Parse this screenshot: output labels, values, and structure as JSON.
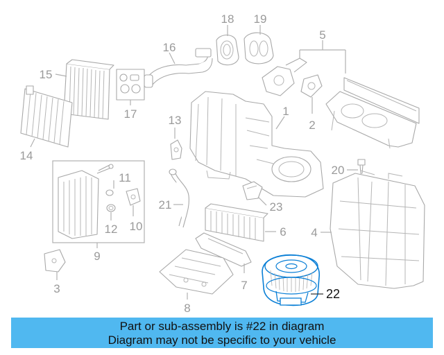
{
  "callouts": {
    "c1": "1",
    "c2": "2",
    "c3": "3",
    "c4": "4",
    "c5": "5",
    "c6": "6",
    "c7": "7",
    "c8": "8",
    "c9": "9",
    "c10": "10",
    "c11": "11",
    "c12": "12",
    "c13": "13",
    "c14": "14",
    "c15": "15",
    "c16": "16",
    "c17": "17",
    "c18": "18",
    "c19": "19",
    "c20": "20",
    "c21": "21",
    "c22": "22",
    "c23": "23"
  },
  "highlight": {
    "part_number": "22",
    "color": "#0a7fd6"
  },
  "caption": {
    "line1": "Part or sub-assembly is #22 in diagram",
    "line2": "Diagram may not be specific to your vehicle",
    "background": "#50b8f0"
  }
}
